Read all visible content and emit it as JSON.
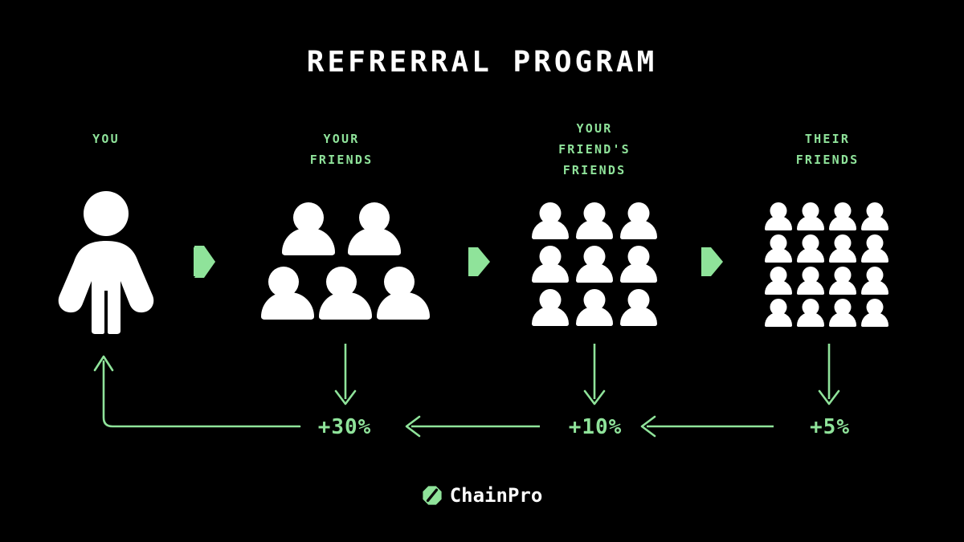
{
  "meta": {
    "background_color": "#000000",
    "accent_green": "#8FE39A",
    "icon_white": "#FFFFFF"
  },
  "title": "REFRERRAL PROGRAM",
  "stages": [
    {
      "label": "YOU",
      "icon_name": "person-icon",
      "people_count": 1,
      "rows": [
        1
      ]
    },
    {
      "label": "YOUR\nFRIENDS",
      "icon_name": "people-group-icon",
      "people_count": 5,
      "rows": [
        2,
        3
      ]
    },
    {
      "label": "YOUR\nFRIEND'S\nFRIENDS",
      "icon_name": "people-group-icon",
      "people_count": 9,
      "rows": [
        3,
        3,
        3
      ]
    },
    {
      "label": "THEIR\nFRIENDS",
      "icon_name": "people-group-icon",
      "people_count": 16,
      "rows": [
        4,
        4,
        4,
        4
      ]
    }
  ],
  "flow_chevrons": [
    {
      "name": "chevron-right-icon-1"
    },
    {
      "name": "chevron-right-icon-2"
    },
    {
      "name": "chevron-right-icon-3"
    }
  ],
  "rewards": [
    {
      "label": "+30%",
      "source_stage": "YOUR FRIENDS"
    },
    {
      "label": "+10%",
      "source_stage": "YOUR FRIEND'S FRIENDS"
    },
    {
      "label": "+5%",
      "source_stage": "THEIR FRIENDS"
    }
  ],
  "logo": {
    "mark_name": "chainpro-logo-mark",
    "wordmark": "ChainPro"
  }
}
